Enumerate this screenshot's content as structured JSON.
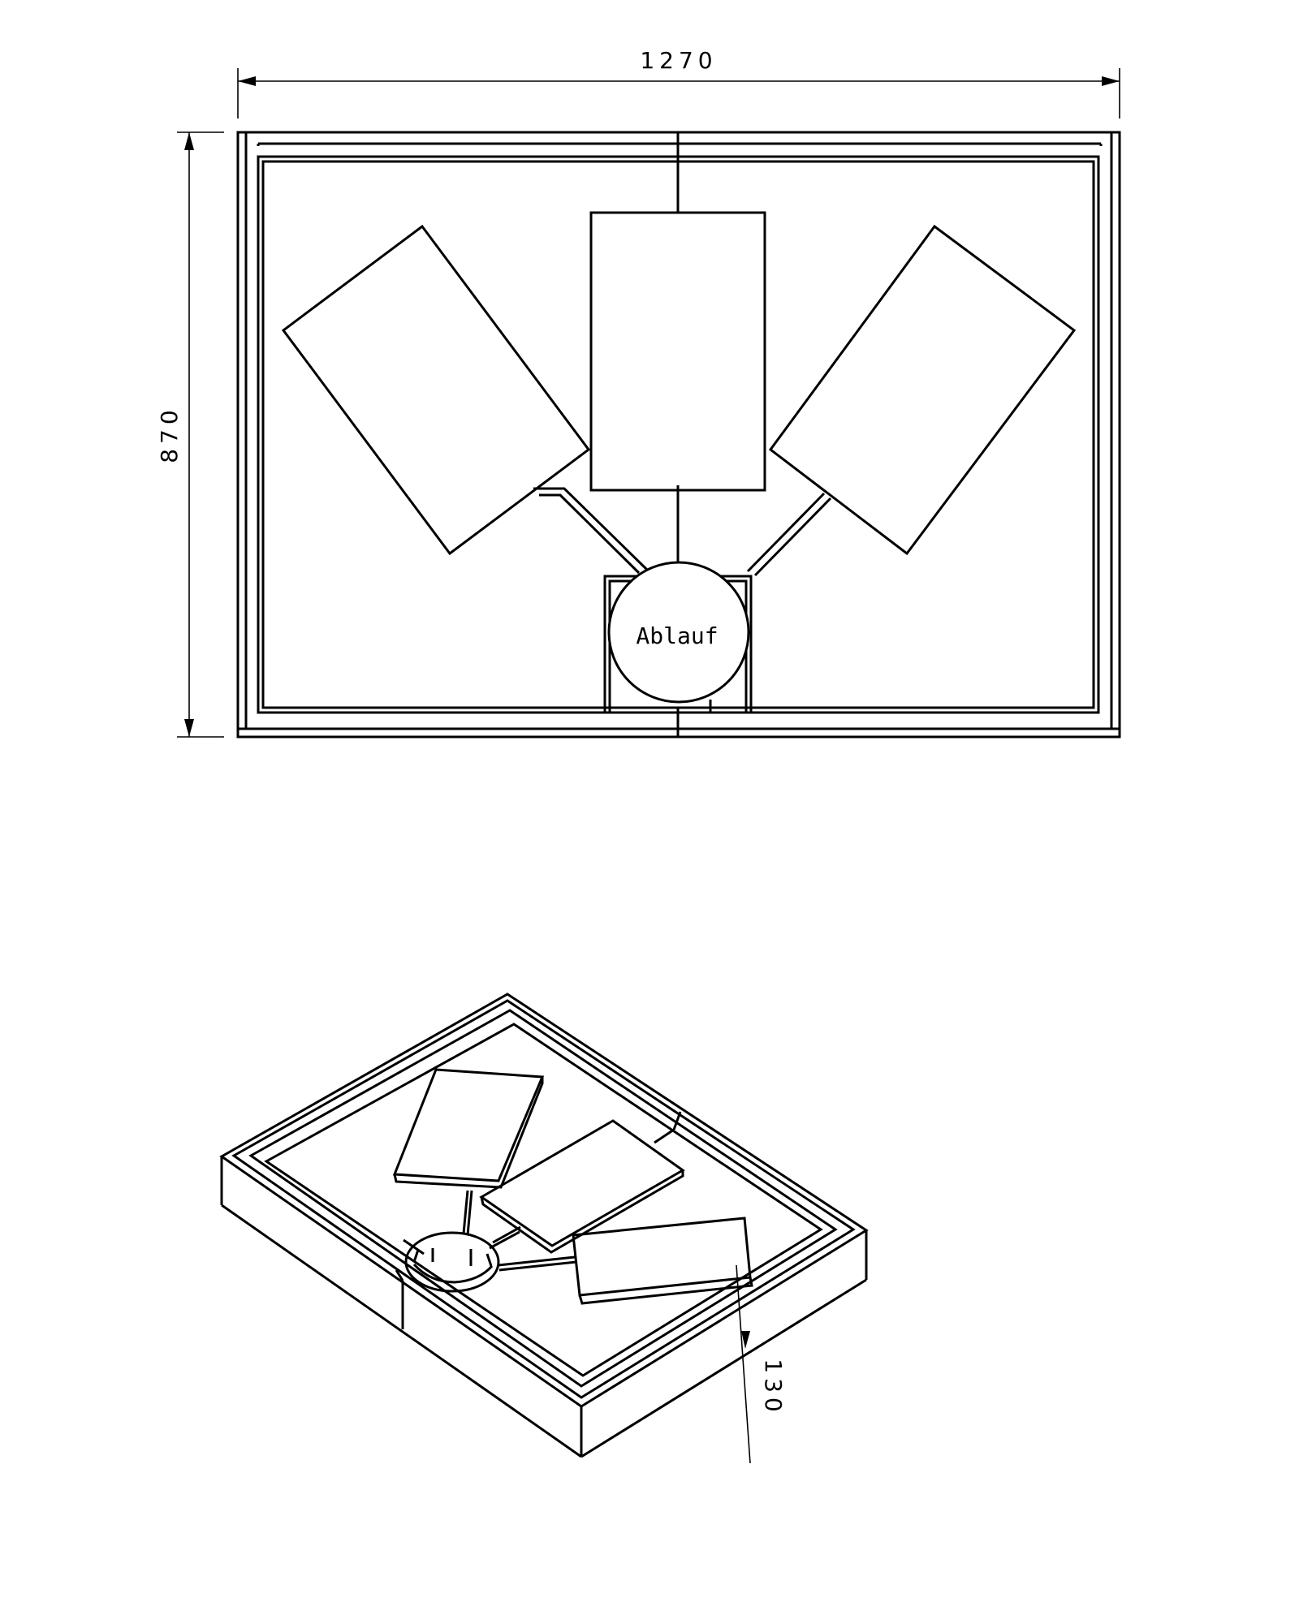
{
  "drawing": {
    "top_view": {
      "dimension_width": "1270",
      "dimension_depth": "870",
      "drain_label": "Ablauf"
    },
    "iso_view": {
      "dimension_height": "130"
    }
  }
}
